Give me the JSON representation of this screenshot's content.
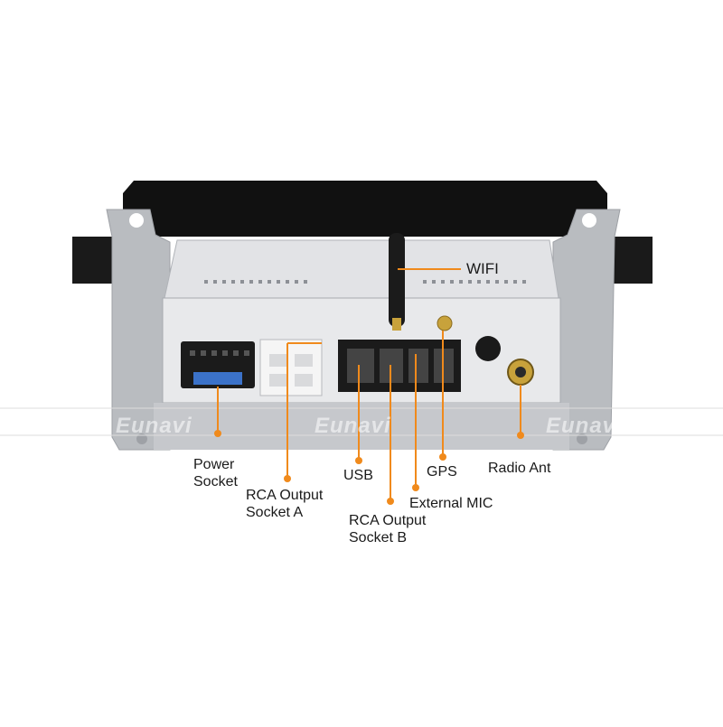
{
  "watermark": "Eunavi",
  "labels": {
    "wifi": "WIFI",
    "power_socket": "Power\nSocket",
    "rca_a": "RCA Output\nSocket A",
    "usb": "USB",
    "rca_b": "RCA Output\nSocket B",
    "gps": "GPS",
    "external_mic": "External MIC",
    "radio_ant": "Radio Ant"
  },
  "colors": {
    "leader_line": "#f08a1c",
    "chassis": "#cfd1d4",
    "bracket": "#b9bcc0",
    "panel": "#e6e7e9",
    "connector": "#1b1b1b",
    "power_blue": "#3b72c9",
    "gold": "#c8a23b"
  }
}
